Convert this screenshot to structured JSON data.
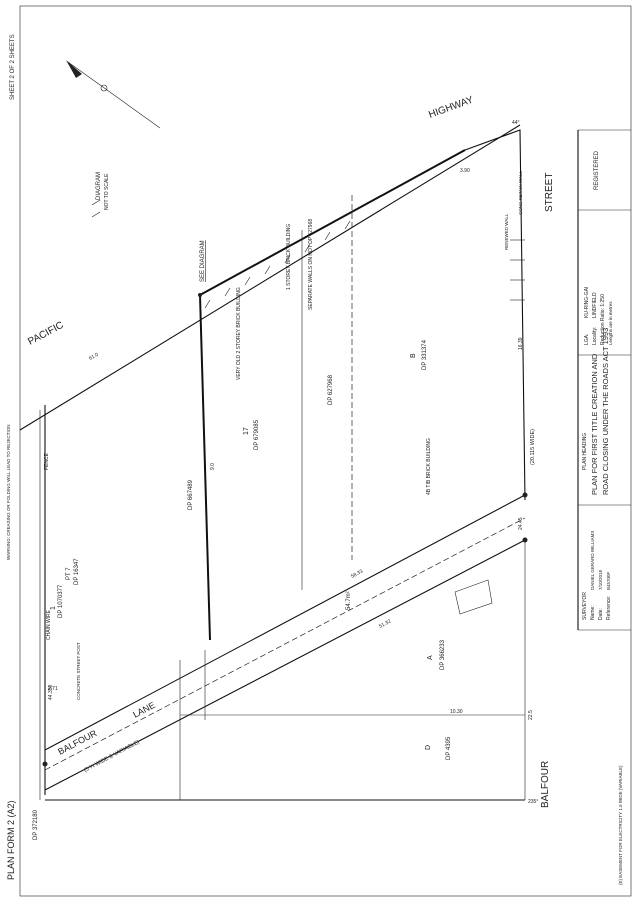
{
  "sheet": {
    "sheet_number": "SHEET 2 OF 2 SHEETS",
    "form_title": "PLAN FORM 2 (A2)",
    "warning": "WARNING: CREASING OR FOLDING WILL LEAD TO REJECTION",
    "easement_note": "(E) EASEMENT FOR ELECTRICITY 1.5 WIDE (VARIABLE)"
  },
  "roads": {
    "pacific": "PACIFIC",
    "highway": "HIGHWAY",
    "street": "STREET",
    "balfour_lane": "BALFOUR",
    "lane": "LANE",
    "lane_width": "(5 ¼ WIDE & VARIABLE)",
    "balfour_street": "BALFOUR",
    "street_width": "(20.115 WIDE)"
  },
  "lots": [
    {
      "name": "1",
      "dp": "DP 1070377",
      "extra": "PT 7"
    },
    {
      "name": "",
      "dp": "DP 16347"
    },
    {
      "name": "17",
      "dp": "DP 679085"
    },
    {
      "name": "",
      "dp": "DP 627968"
    },
    {
      "name": "B",
      "dp": "DP 331374"
    },
    {
      "name": "A",
      "dp": "DP 366233"
    },
    {
      "name": "D",
      "dp": "DP 4395"
    },
    {
      "name": "",
      "dp": "DP 667489"
    },
    {
      "name": "",
      "dp": "DP 372180"
    }
  ],
  "labels": {
    "see_diagram": "SEE DIAGRAM",
    "diagram": "DIAGRAM",
    "not_to_scale": "NOT TO SCALE",
    "very_old_building": "VERY OLD 2 STOREY BRICK BUILDING",
    "separate_walls": "SEPARATE WALLS ON NOT DP 627968",
    "storey_building_1": "1 STOREY BRICK BUILDING",
    "storey_building_2": "4B TIB BRICK BUILDING",
    "chain_wire": "CHAIN WIRE",
    "fence": "FENCE",
    "concrete_street_post": "CONCRETE STREET POST",
    "renewed_wall": "RENEWED WALL",
    "conc_retain_wall": "CONC RETAIN WALL",
    "area_a": "54.7m²"
  },
  "dims": {
    "d1": "44.350",
    "d2": "2.71",
    "d3": "58.33",
    "d4": "16.39",
    "d5": "24.45",
    "d6": "61.0",
    "d7": "3.90",
    "d8": "9.0",
    "d9": "51.32",
    "d10": "10.30",
    "d11": "235°",
    "d12": "22.5",
    "d13": "44°"
  },
  "title_block": {
    "registered": "REGISTERED",
    "lga_label": "LGA:",
    "lga": "KU-RING-GAI",
    "locality_label": "Locality:",
    "locality": "LINDFIELD",
    "reduction_label": "Reduction Ratio: 1:250",
    "lengths_label": "Lengths are in metres",
    "heading_label": "PLAN HEADING",
    "heading_line1": "PLAN FOR FIRST TITLE CREATION AND",
    "heading_line2": "ROAD CLOSING UNDER THE ROADS ACT 1993",
    "surveyor_label": "SURVEYOR",
    "surveyor": "DANIEL GERARD WILLIAMS",
    "name_label": "Name:",
    "date_label": "Date:",
    "date": "7/10/2018",
    "reference_label": "Reference:",
    "reference": "B45700F"
  },
  "colors": {
    "ink": "#111111",
    "paper": "#ffffff"
  }
}
